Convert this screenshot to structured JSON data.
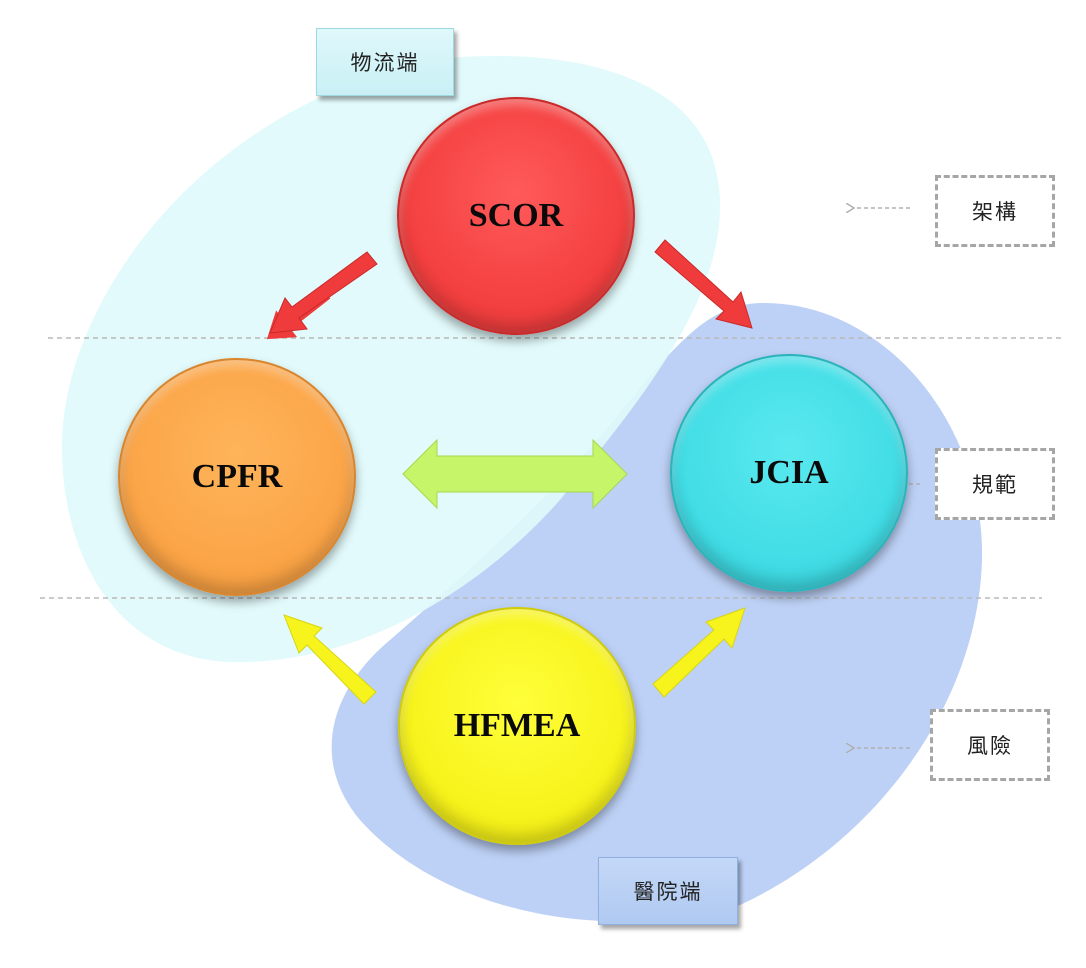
{
  "nodes": {
    "scor": "SCOR",
    "cpfr": "CPFR",
    "jcia": "JCIA",
    "hfmea": "HFMEA"
  },
  "regions": {
    "logistics": "物流端",
    "hospital": "醫院端"
  },
  "levels": {
    "framework": "架構",
    "standard": "規範",
    "risk": "風險"
  },
  "colors": {
    "scor": "#f44040",
    "cpfr": "#fba548",
    "jcia": "#42dde6",
    "hfmea": "#f7f31c",
    "logistics_region": "#dffafb",
    "hospital_region": "#b9cff5",
    "arrow_red": "#ef3b3b",
    "arrow_green": "#c6f56a",
    "arrow_yellow": "#f7f31c",
    "dashed_line": "#b8b8b8"
  }
}
